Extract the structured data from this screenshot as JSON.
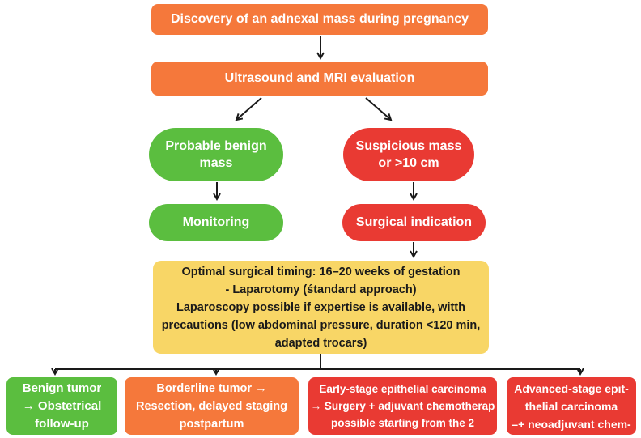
{
  "colors": {
    "orange": "#F5783B",
    "green": "#5BBE3F",
    "red": "#E93A33",
    "yellow": "#F8D666",
    "arrow": "#1A1A1A",
    "text_light": "#FFFFFF",
    "text_dark": "#1A1A1A"
  },
  "nodes": {
    "discovery": {
      "label": "Discovery of an adnexal mass during pregnancy"
    },
    "evaluation": {
      "label": "Ultrasound and MRI evaluation"
    },
    "probable_benign": {
      "lines": [
        "Probable benign",
        "mass"
      ]
    },
    "suspicious": {
      "lines": [
        "Suspicious mass",
        "or >10 cm"
      ]
    },
    "monitoring": {
      "label": "Monitoring"
    },
    "surgical_indication": {
      "label": "Surgical indication"
    },
    "timing": {
      "lines": [
        "Optimal surgical timing: 16–20 weeks of gestation",
        "- Laparotomy (śtandard approach)",
        "Laparoscopy possible if expertise is available, witth",
        "precautions (low abdominal pressure, duration <120 min,",
        "adapted trocars)"
      ]
    },
    "benign_tumor": {
      "lines": [
        "Benign tumor",
        "→ Obstetrical",
        "follow-up"
      ]
    },
    "borderline_tumor": {
      "lines": [
        "Borderline tumor →",
        "Resection, delayed staging",
        "postpartum"
      ]
    },
    "early_stage": {
      "lines": [
        "Early-stage epithelial carcinoma",
        "→ Surgery + adjuvant chemotherap",
        "possible starting from the 2"
      ]
    },
    "advanced_stage": {
      "lines": [
        "Advanced-stage epıt-",
        "thelial carcinoma",
        "–+ neoadjuvant chem-"
      ]
    }
  }
}
